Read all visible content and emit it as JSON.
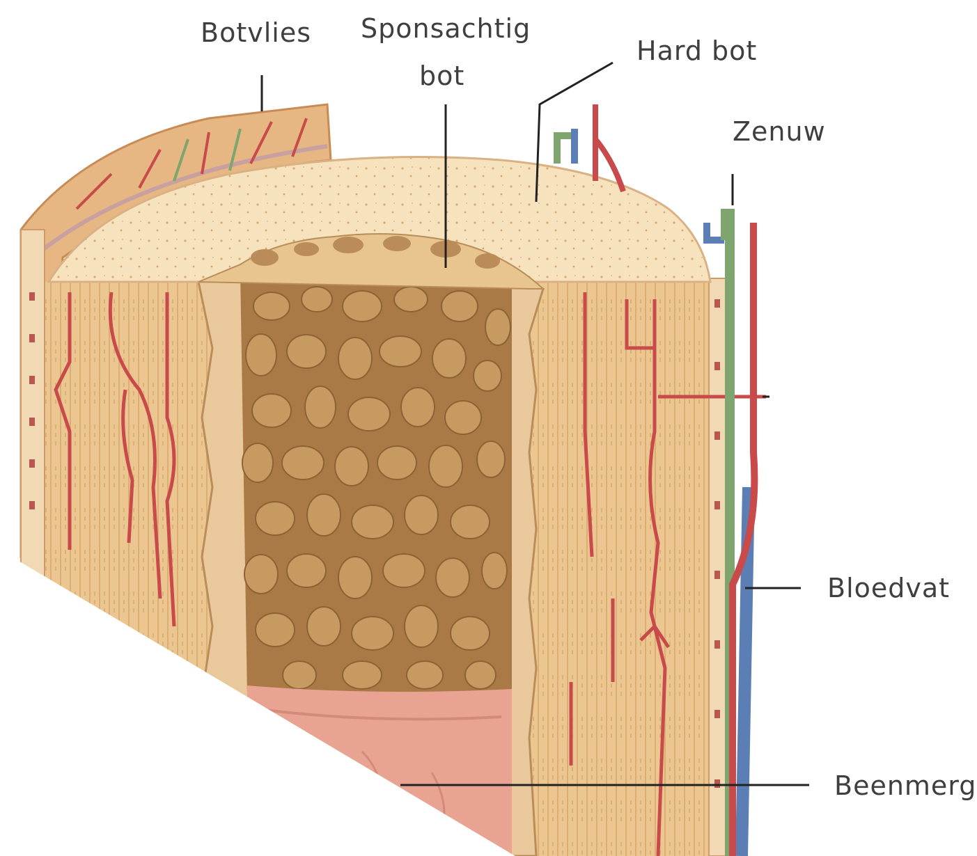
{
  "diagram": {
    "labels": {
      "botvlies": "Botvlies",
      "sponsachtig_line1": "Sponsachtig",
      "sponsachtig_line2": "bot",
      "hard_bot": "Hard bot",
      "zenuw": "Zenuw",
      "bloedvat": "Bloedvat",
      "beenmerg": "Beenmerg"
    },
    "colors": {
      "compact_bone": "#e9c18a",
      "compact_bone_dark": "#d9a86c",
      "bone_top": "#f6e2bd",
      "spongy_background": "#a97a45",
      "spongy_pore": "#c79a62",
      "marrow": "#e8a393",
      "artery": "#c94a4a",
      "vein": "#5b7fb5",
      "nerve": "#7fa56e",
      "leader_line": "#222222",
      "label_text": "#3f3f3f"
    }
  }
}
